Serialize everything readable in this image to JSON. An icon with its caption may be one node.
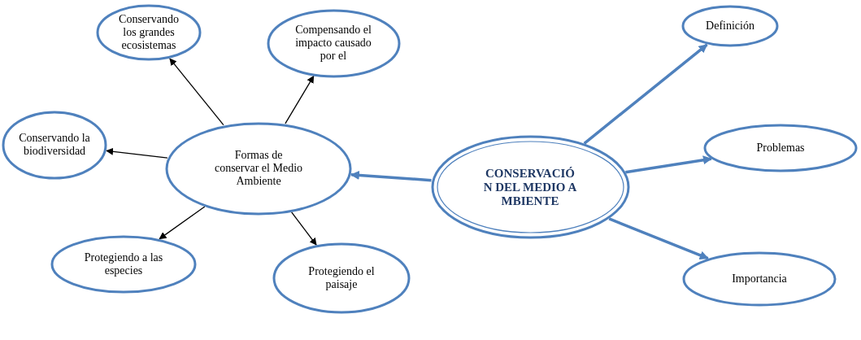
{
  "diagram": {
    "nodes": [
      {
        "text": [
          "Conservando los grandes ecosistemas"
        ]
      },
      {
        "text": [
          "Compensando el impacto causado por el"
        ]
      },
      {
        "text": [
          "Definición"
        ]
      },
      {
        "text": [
          "Conservando la biodiversidad"
        ]
      },
      {
        "text": [
          "Formas de conservar el Medio Ambiente"
        ]
      },
      {
        "text": [
          "CONSERVACIÓN DEL MEDIO AMBIENTE"
        ]
      },
      {
        "text": [
          "Problemas"
        ]
      },
      {
        "text": [
          "Protegiendo a las especies"
        ]
      },
      {
        "text": [
          "Protegiendo el paisaje"
        ]
      },
      {
        "text": [
          "Importancia"
        ]
      }
    ],
    "edges": [
      {
        "from": 4,
        "to": 0,
        "arrow": "to"
      },
      {
        "from": 4,
        "to": 1,
        "arrow": "to"
      },
      {
        "from": 4,
        "to": 3,
        "arrow": "to"
      },
      {
        "from": 4,
        "to": 7,
        "arrow": "to"
      },
      {
        "from": 4,
        "to": 8,
        "arrow": "to"
      },
      {
        "from": 5,
        "to": 4,
        "arrow": "to",
        "style": "thick",
        "color": "#4f81bd"
      },
      {
        "from": 5,
        "to": 2,
        "arrow": "to",
        "style": "thick",
        "color": "#4f81bd"
      },
      {
        "from": 5,
        "to": 6,
        "arrow": "to",
        "style": "thick",
        "color": "#4f81bd"
      },
      {
        "from": 5,
        "to": 9,
        "arrow": "to",
        "style": "thick",
        "color": "#4f81bd"
      }
    ]
  }
}
